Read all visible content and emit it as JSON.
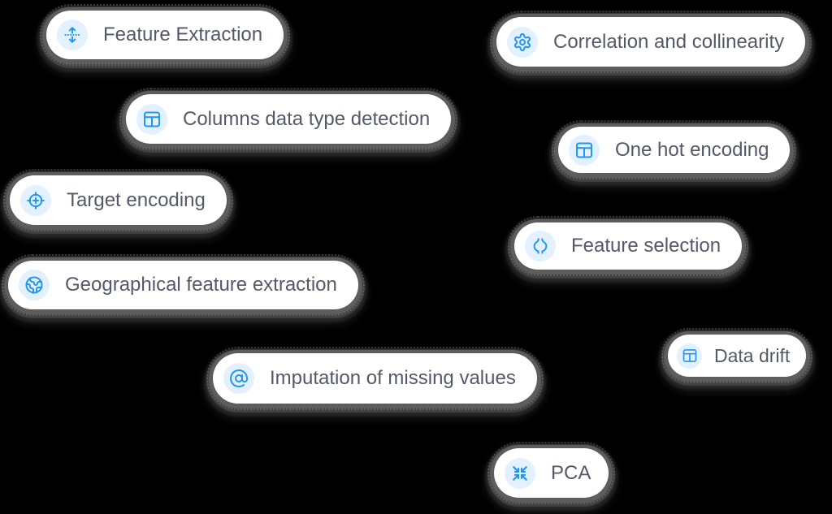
{
  "canvas": {
    "background_color": "#000000",
    "description": "Collage of rounded white feature-chip buttons with blue icons on black background"
  },
  "colors": {
    "pill_background": "#ffffff",
    "icon_accent": "#2196f3",
    "icon_circle_background": "#e2f1fd",
    "label_text": "#535968",
    "shadow_grain": "#4a4a4a"
  },
  "chips": [
    {
      "label": "Feature Extraction",
      "icon": "move-vertical-dotted-icon"
    },
    {
      "label": "Correlation and collinearity",
      "icon": "gear-icon"
    },
    {
      "label": "Columns data type detection",
      "icon": "table-icon"
    },
    {
      "label": "One hot encoding",
      "icon": "table-icon"
    },
    {
      "label": "Target encoding",
      "icon": "target-icon"
    },
    {
      "label": "Feature selection",
      "icon": "wrench-icon"
    },
    {
      "label": "Geographical feature extraction",
      "icon": "globe-icon"
    },
    {
      "label": "Data drift",
      "icon": "table-icon"
    },
    {
      "label": "Imputation of missing values",
      "icon": "at-sign-icon"
    },
    {
      "label": "PCA",
      "icon": "collapse-arrows-icon"
    }
  ]
}
